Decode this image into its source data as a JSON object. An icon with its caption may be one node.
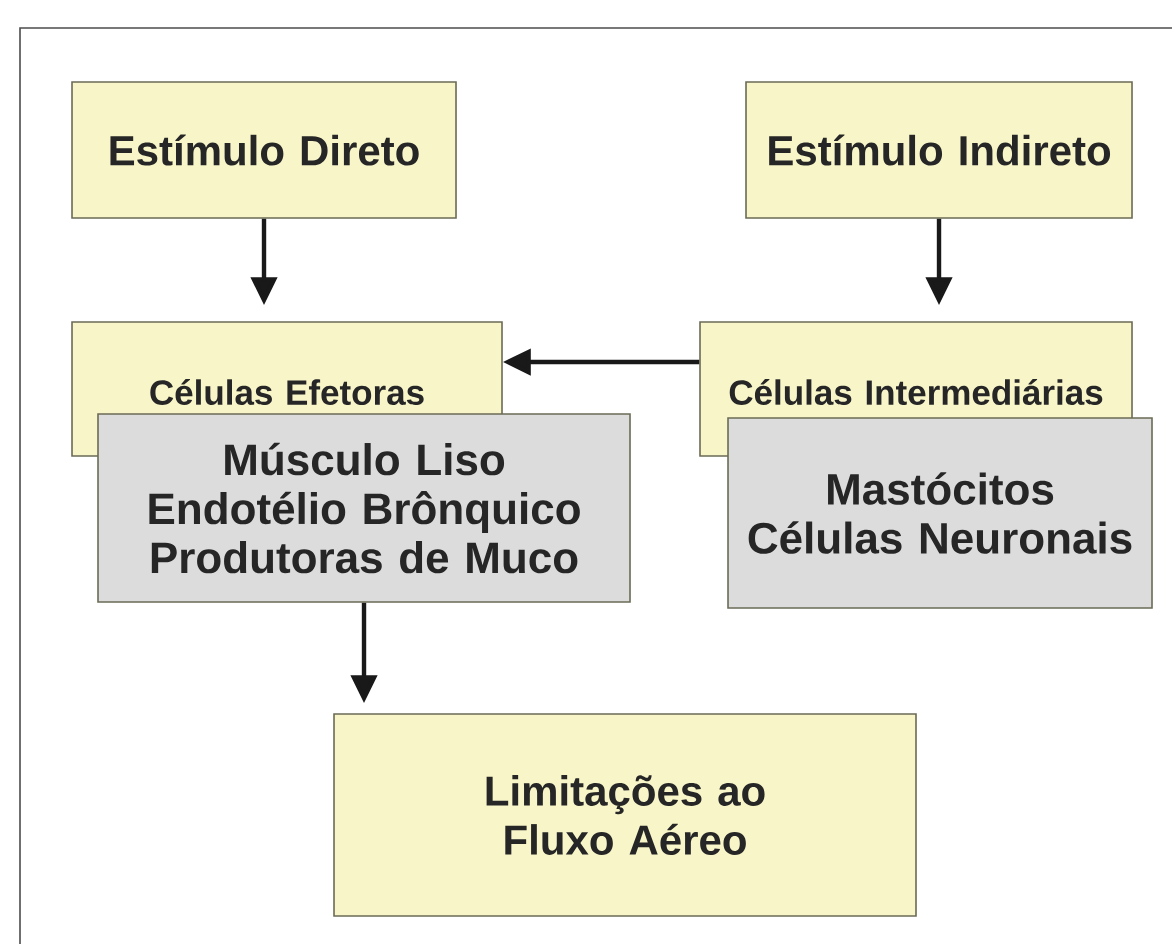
{
  "diagram": {
    "nodes": [
      {
        "text": [
          "Estímulo Direto"
        ]
      },
      {
        "text": [
          "Estímulo Indireto"
        ]
      },
      {
        "text": [
          "Células Efetoras"
        ]
      },
      {
        "text": [
          "Músculo Liso Endotélio Brônquico Produtoras de Muco"
        ]
      },
      {
        "text": [
          "Células Intermediárias"
        ]
      },
      {
        "text": [
          "Mastócitos Células Neuronais"
        ]
      },
      {
        "text": [
          "Limitações ao Fluxo Aéreo"
        ]
      }
    ],
    "edges": [
      {
        "from": 0,
        "to": 2,
        "arrow": "to"
      },
      {
        "from": 1,
        "to": 4,
        "arrow": "to"
      },
      {
        "from": 4,
        "to": 2,
        "arrow": "to"
      },
      {
        "from": 3,
        "to": 6,
        "arrow": "to"
      }
    ]
  }
}
